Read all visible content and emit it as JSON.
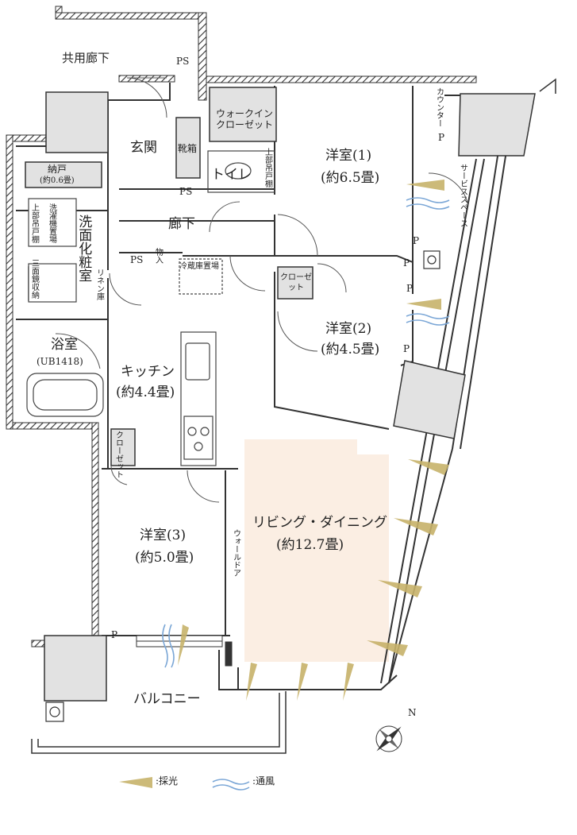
{
  "rooms": {
    "common_corridor": "共用廊下",
    "ps_top": "PS",
    "walk_in_closet": "ウォークイン\nクローゼット",
    "counter": "カウンター",
    "entrance": "玄関",
    "shoe_box": "靴箱",
    "toilet": "トイレ",
    "upper_cabinet_toilet": "上部吊戸棚",
    "ps_mid": "PS",
    "storage": "納戸",
    "storage_size": "(約0.6畳)",
    "western1": "洋室(1)",
    "western1_size": "(約6.5畳)",
    "service_space": "サービススペース",
    "washer": "洗濯機置場",
    "upper_cabinet_wash": "上部吊戸棚",
    "washroom": "洗面化粧室",
    "corridor": "廊下",
    "ps_small": "PS",
    "stock": "物入",
    "fridge": "冷蔵庫置場",
    "mirror_storage": "三面鏡収納",
    "linen": "リネン庫",
    "closet2": "クローゼット",
    "western2": "洋室(2)",
    "western2_size": "(約4.5畳)",
    "bath": "浴室",
    "bath_size": "(UB1418)",
    "kitchen": "キッチン",
    "kitchen_size": "(約4.4畳)",
    "closet3": "クローゼット",
    "western3": "洋室(3)",
    "western3_size": "(約5.0畳)",
    "wall_door": "ウォールドア",
    "living": "リビング・ダイニング",
    "living_size": "(約12.7畳)",
    "balcony": "バルコニー",
    "p1": "P",
    "p2": "P",
    "p3": "P",
    "p4": "P",
    "p5": "P",
    "p6": "P"
  },
  "compass": {
    "north": "N"
  },
  "legend": {
    "light_label": ":採光",
    "wind_label": ":通風"
  },
  "colors": {
    "living_fill": "#fbeee3",
    "wall": "#3a3a3a",
    "gray_block": "#e2e2e2",
    "light_arrow": "#c7b26a",
    "wind_arrow": "#7aa6d6"
  }
}
